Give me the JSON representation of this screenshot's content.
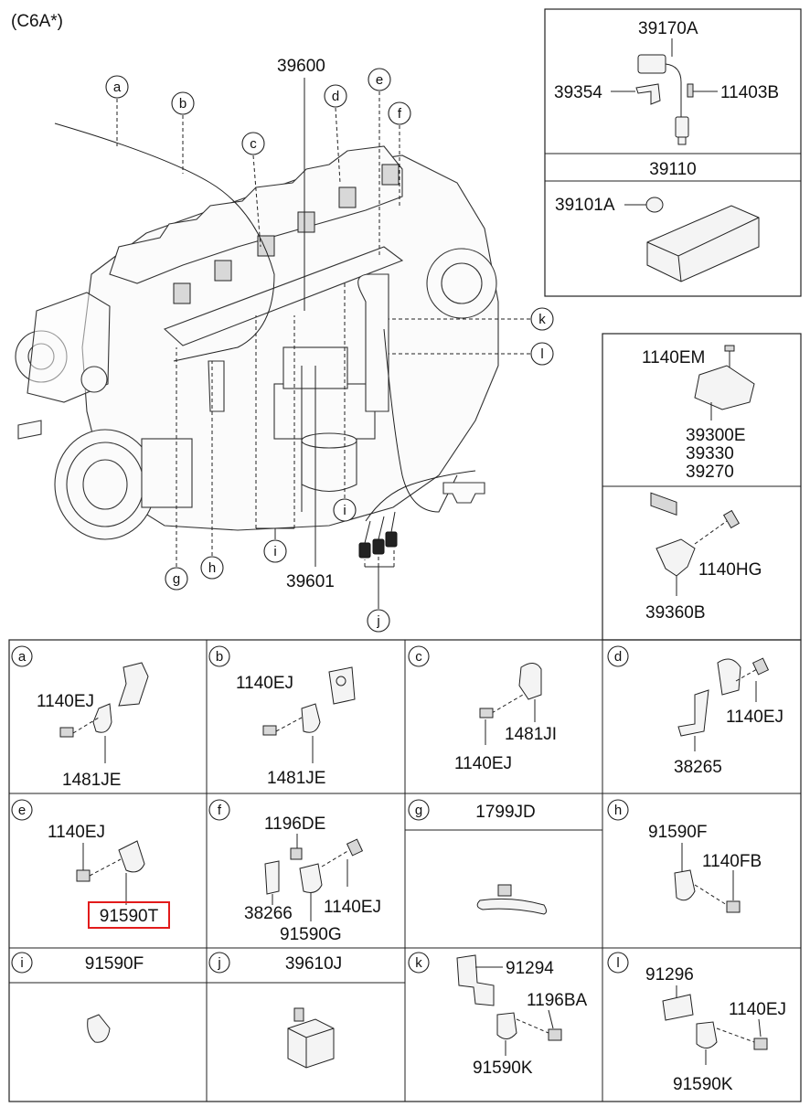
{
  "header": {
    "model_code": "(C6A*)"
  },
  "main_view": {
    "callouts": [
      "a",
      "b",
      "c",
      "d",
      "e",
      "f",
      "g",
      "h",
      "i",
      "i",
      "j",
      "k",
      "l"
    ],
    "part_numbers": {
      "harness_upper": "39600",
      "harness_lower": "39601"
    }
  },
  "right_panels": {
    "sensor_assembly": {
      "part": "39170A",
      "bracket": "39354",
      "bolt": "11403B"
    },
    "ecu_title": "39110",
    "ecu": {
      "part": "39101A"
    },
    "map_sensor": {
      "bolt": "1140EM",
      "parts": [
        "39300E",
        "39330",
        "39270"
      ]
    },
    "pressure_sensor": {
      "bolt": "1140HG",
      "part": "39360B"
    }
  },
  "details": [
    {
      "letter": "a",
      "bolt": "1140EJ",
      "clamp": "1481JE"
    },
    {
      "letter": "b",
      "bolt": "1140EJ",
      "clamp": "1481JE"
    },
    {
      "letter": "c",
      "clamp": "1481JI",
      "bolt": "1140EJ"
    },
    {
      "letter": "d",
      "bolt": "1140EJ",
      "bracket": "38265"
    },
    {
      "letter": "e",
      "bolt": "1140EJ",
      "clamp": "91590T"
    },
    {
      "letter": "f",
      "bolt1": "1196DE",
      "bolt2": "1140EJ",
      "bracket": "38266",
      "clamp": "91590G"
    },
    {
      "letter": "g",
      "part": "1799JD"
    },
    {
      "letter": "h",
      "clamp": "91590F",
      "bolt": "1140FB"
    },
    {
      "letter": "i",
      "part": "91590F"
    },
    {
      "letter": "j",
      "part": "39610J"
    },
    {
      "letter": "k",
      "bracket": "91294",
      "bolt": "1196BA",
      "clamp": "91590K"
    },
    {
      "letter": "l",
      "bracket": "91296",
      "bolt": "1140EJ",
      "clamp": "91590K"
    }
  ],
  "colors": {
    "highlight": "#e21b1b",
    "line": "#222222"
  }
}
